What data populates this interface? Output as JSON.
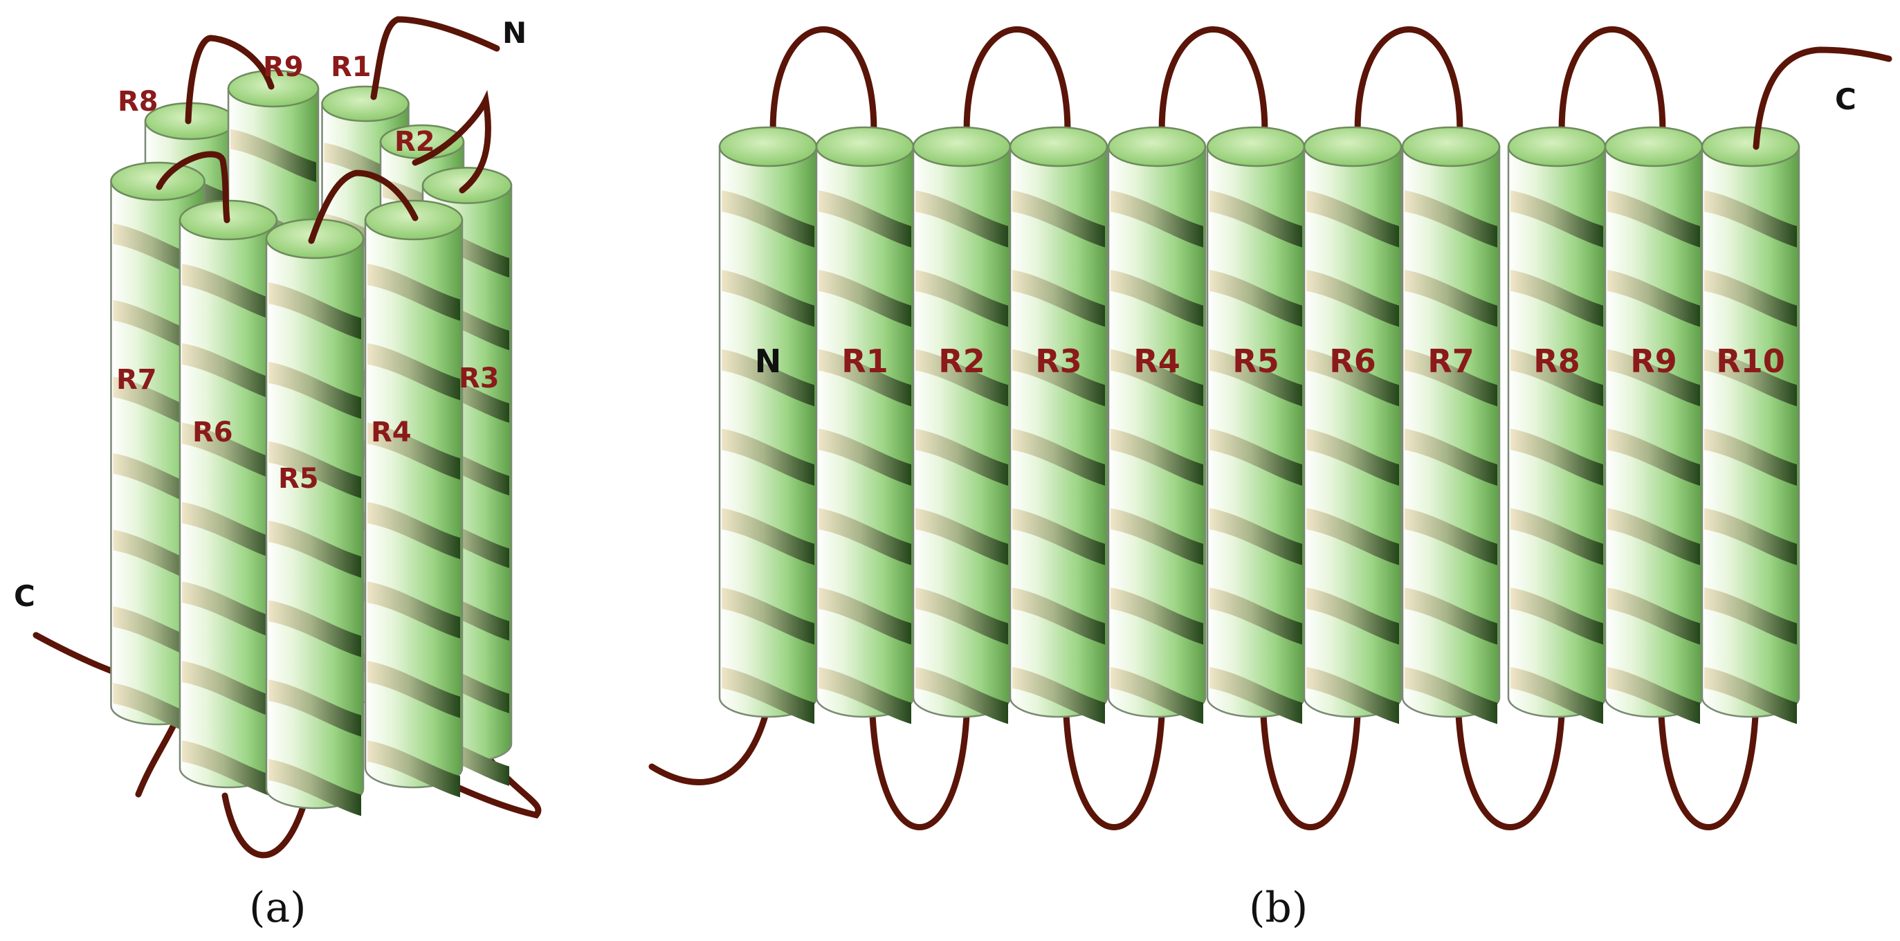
{
  "panel_a": {
    "caption": "(a)",
    "terminus_n": "N",
    "terminus_c": "C",
    "helix_labels": [
      "R1",
      "R2",
      "R3",
      "R4",
      "R5",
      "R6",
      "R7",
      "R8",
      "R9"
    ]
  },
  "panel_b": {
    "caption": "(b)",
    "terminus_c": "C",
    "helix_labels": [
      "N",
      "R1",
      "R2",
      "R3",
      "R4",
      "R5",
      "R6",
      "R7",
      "R8",
      "R9",
      "R10"
    ]
  },
  "colors": {
    "loop": "#5a1408",
    "label_red": "#8b1a1a",
    "label_black": "#111111",
    "helix_light": "#e6f5da",
    "helix_mid": "#98d27f",
    "helix_dark": "#3d6e2a",
    "band_light": "#e5d9b8",
    "cap_fill": "#a9dc86",
    "outline": "#7a8a74"
  }
}
